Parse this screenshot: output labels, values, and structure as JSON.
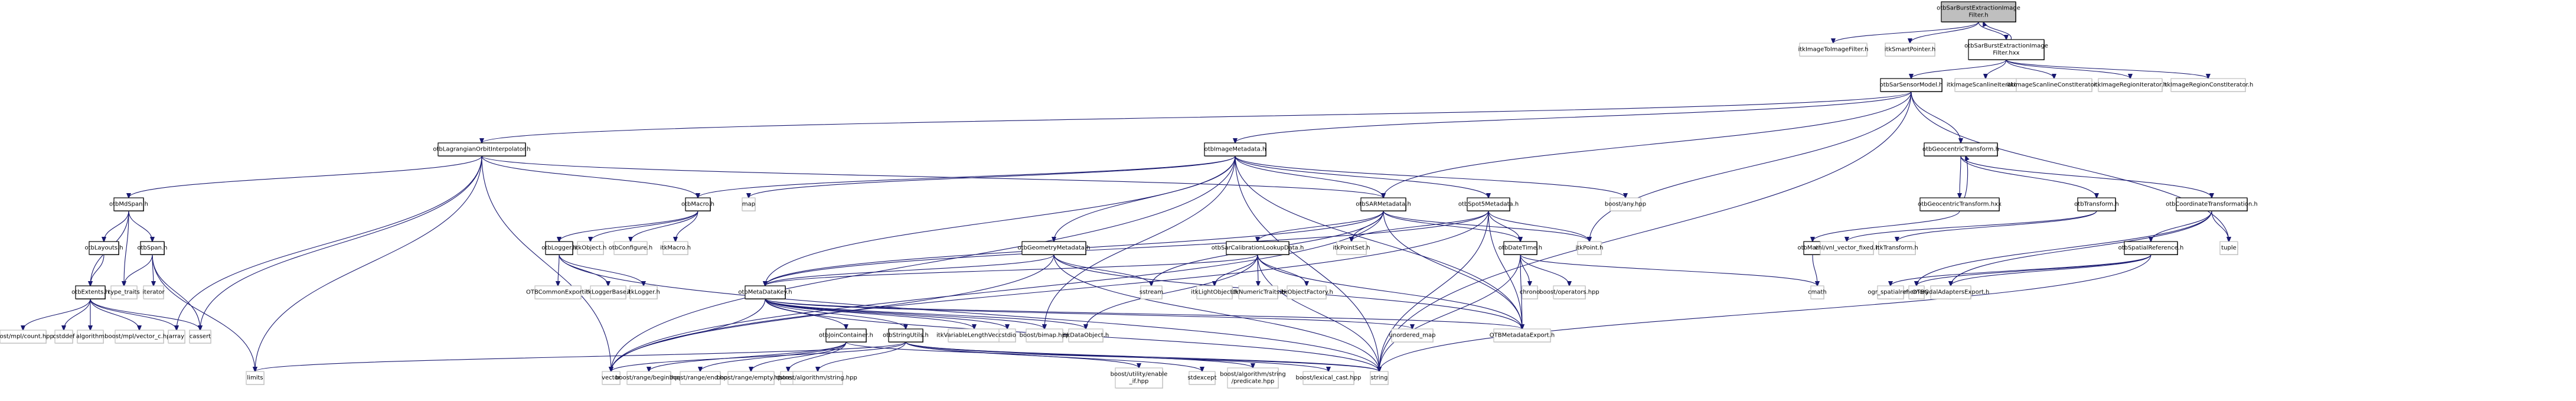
{
  "title": "otbSarBurstExtractionImageFilter.h include dependency graph",
  "colors": {
    "edge": "#191970",
    "root_fill": "#bfbfbf",
    "node_border": "#000000",
    "external_border": "#bfbfbf"
  },
  "nodes": [
    {
      "id": "root",
      "label": "otbSarBurstExtractionImage\nFilter.h",
      "kind": "root"
    },
    {
      "id": "itkImageToImageFilter",
      "label": "itkImageToImageFilter.h",
      "kind": "external"
    },
    {
      "id": "itkSmartPointer",
      "label": "itkSmartPointer.h",
      "kind": "external"
    },
    {
      "id": "hxx",
      "label": "otbSarBurstExtractionImage\nFilter.hxx",
      "kind": "internal"
    },
    {
      "id": "otbSarSensorModel",
      "label": "otbSarSensorModel.h",
      "kind": "internal"
    },
    {
      "id": "itkImageScanlineIterator",
      "label": "itkImageScanlineIterator.h",
      "kind": "external"
    },
    {
      "id": "itkImageScanlineConstIterator",
      "label": "itkImageScanlineConstIterator.h",
      "kind": "external"
    },
    {
      "id": "itkImageRegionIterator",
      "label": "itkImageRegionIterator.h",
      "kind": "external"
    },
    {
      "id": "itkImageRegionConstIterator",
      "label": "itkImageRegionConstIterator.h",
      "kind": "external"
    },
    {
      "id": "otbLagrangianOrbitInterpolator",
      "label": "otbLagrangianOrbitInterpolator.h",
      "kind": "internal"
    },
    {
      "id": "otbImageMetadata",
      "label": "otbImageMetadata.h",
      "kind": "internal"
    },
    {
      "id": "otbGeocentricTransform",
      "label": "otbGeocentricTransform.h",
      "kind": "internal"
    },
    {
      "id": "otbMdSpan",
      "label": "otbMdSpan.h",
      "kind": "internal"
    },
    {
      "id": "otbMacro",
      "label": "otbMacro.h",
      "kind": "internal"
    },
    {
      "id": "map",
      "label": "map",
      "kind": "external"
    },
    {
      "id": "otbSARMetadata",
      "label": "otbSARMetadata.h",
      "kind": "internal"
    },
    {
      "id": "otbSpot5Metadata",
      "label": "otbSpot5Metadata.h",
      "kind": "internal"
    },
    {
      "id": "boostAny",
      "label": "boost/any.hpp",
      "kind": "external"
    },
    {
      "id": "otbGeocentricTransformHxx",
      "label": "otbGeocentricTransform.hxx",
      "kind": "internal"
    },
    {
      "id": "otbTransform",
      "label": "otbTransform.h",
      "kind": "internal"
    },
    {
      "id": "otbCoordinateTransformation",
      "label": "otbCoordinateTransformation.h",
      "kind": "internal"
    },
    {
      "id": "otbLayouts",
      "label": "otbLayouts.h",
      "kind": "internal"
    },
    {
      "id": "otbSpan",
      "label": "otbSpan.h",
      "kind": "internal"
    },
    {
      "id": "otbLogger",
      "label": "otbLogger.h",
      "kind": "internal"
    },
    {
      "id": "itkObject",
      "label": "itkObject.h",
      "kind": "external"
    },
    {
      "id": "otbConfigure",
      "label": "otbConfigure.h",
      "kind": "external"
    },
    {
      "id": "itkMacro",
      "label": "itkMacro.h",
      "kind": "external"
    },
    {
      "id": "otbGeometryMetadata",
      "label": "otbGeometryMetadata.h",
      "kind": "internal"
    },
    {
      "id": "otbSarCalibrationLookupData",
      "label": "otbSarCalibrationLookupData.h",
      "kind": "internal"
    },
    {
      "id": "itkPointSet",
      "label": "itkPointSet.h",
      "kind": "external"
    },
    {
      "id": "otbDateTime",
      "label": "otbDateTime.h",
      "kind": "internal"
    },
    {
      "id": "itkPoint",
      "label": "itkPoint.h",
      "kind": "external"
    },
    {
      "id": "otbMath",
      "label": "otbMath.h",
      "kind": "internal"
    },
    {
      "id": "vnlVectorFixed",
      "label": "vnl/vnl_vector_fixed.h",
      "kind": "external"
    },
    {
      "id": "itkTransform",
      "label": "itkTransform.h",
      "kind": "external"
    },
    {
      "id": "otbSpatialReference",
      "label": "otbSpatialReference.h",
      "kind": "internal"
    },
    {
      "id": "tuple",
      "label": "tuple",
      "kind": "external"
    },
    {
      "id": "otbExtents",
      "label": "otbExtents.h",
      "kind": "internal"
    },
    {
      "id": "type_traits",
      "label": "type_traits",
      "kind": "external"
    },
    {
      "id": "iterator",
      "label": "iterator",
      "kind": "external"
    },
    {
      "id": "OTBCommonExport",
      "label": "OTBCommonExport.h",
      "kind": "external"
    },
    {
      "id": "itkLoggerBase",
      "label": "itkLoggerBase.h",
      "kind": "external"
    },
    {
      "id": "itkLogger",
      "label": "itkLogger.h",
      "kind": "external"
    },
    {
      "id": "otbMetaDataKey",
      "label": "otbMetaDataKey.h",
      "kind": "internal"
    },
    {
      "id": "sstream",
      "label": "sstream",
      "kind": "external"
    },
    {
      "id": "itkLightObject",
      "label": "itkLightObject.h",
      "kind": "external"
    },
    {
      "id": "itkNumericTraits",
      "label": "itkNumericTraits.h",
      "kind": "external"
    },
    {
      "id": "itkObjectFactory",
      "label": "itkObjectFactory.h",
      "kind": "external"
    },
    {
      "id": "chrono",
      "label": "chrono",
      "kind": "external"
    },
    {
      "id": "boostOperators",
      "label": "boost/operators.hpp",
      "kind": "external"
    },
    {
      "id": "cmath",
      "label": "cmath",
      "kind": "external"
    },
    {
      "id": "ogrSpatialref",
      "label": "ogr_spatialref.h",
      "kind": "external"
    },
    {
      "id": "memory",
      "label": "memory",
      "kind": "external"
    },
    {
      "id": "OTBGdalAdaptersExport",
      "label": "OTBGdalAdaptersExport.h",
      "kind": "external"
    },
    {
      "id": "boostMplCount",
      "label": "boost/mpl/count.hpp",
      "kind": "external"
    },
    {
      "id": "cstddef",
      "label": "cstddef",
      "kind": "external"
    },
    {
      "id": "algorithm",
      "label": "algorithm",
      "kind": "external"
    },
    {
      "id": "boostMplVectorC",
      "label": "boost/mpl/vector_c.hpp",
      "kind": "external"
    },
    {
      "id": "array",
      "label": "array",
      "kind": "external"
    },
    {
      "id": "cassert",
      "label": "cassert",
      "kind": "external"
    },
    {
      "id": "otbJoinContainer",
      "label": "otbJoinContainer.h",
      "kind": "internal"
    },
    {
      "id": "otbStringUtils",
      "label": "otbStringUtils.h",
      "kind": "internal"
    },
    {
      "id": "itkVariableLengthVector",
      "label": "itkVariableLengthVector.h",
      "kind": "external"
    },
    {
      "id": "cstdio",
      "label": "cstdio",
      "kind": "external"
    },
    {
      "id": "boostBimap",
      "label": "boost/bimap.hpp",
      "kind": "external"
    },
    {
      "id": "itkDataObject",
      "label": "itkDataObject.h",
      "kind": "external"
    },
    {
      "id": "unordered_map",
      "label": "unordered_map",
      "kind": "external"
    },
    {
      "id": "OTBMetadataExport",
      "label": "OTBMetadataExport.h",
      "kind": "external"
    },
    {
      "id": "limits",
      "label": "limits",
      "kind": "external"
    },
    {
      "id": "vector",
      "label": "vector",
      "kind": "external"
    },
    {
      "id": "boostRangeBegin",
      "label": "boost/range/begin.hpp",
      "kind": "external"
    },
    {
      "id": "boostRangeEnd",
      "label": "boost/range/end.hpp",
      "kind": "external"
    },
    {
      "id": "boostRangeEmpty",
      "label": "boost/range/empty.hpp",
      "kind": "external"
    },
    {
      "id": "ostream",
      "label": "ostream",
      "kind": "external"
    },
    {
      "id": "boostAlgorithmString",
      "label": "boost/algorithm/string.hpp",
      "kind": "external"
    },
    {
      "id": "boostEnableIf",
      "label": "boost/utility/enable\n_if.hpp",
      "kind": "external"
    },
    {
      "id": "stdexcept",
      "label": "stdexcept",
      "kind": "external"
    },
    {
      "id": "boostPredicate",
      "label": "boost/algorithm/string\n/predicate.hpp",
      "kind": "external"
    },
    {
      "id": "boostLexicalCast",
      "label": "boost/lexical_cast.hpp",
      "kind": "external"
    },
    {
      "id": "string",
      "label": "string",
      "kind": "external"
    }
  ],
  "edges": [
    [
      "root",
      "itkImageToImageFilter"
    ],
    [
      "root",
      "itkSmartPointer"
    ],
    [
      "root",
      "hxx"
    ],
    [
      "hxx",
      "root"
    ],
    [
      "hxx",
      "otbSarSensorModel"
    ],
    [
      "hxx",
      "itkImageScanlineIterator"
    ],
    [
      "hxx",
      "itkImageScanlineConstIterator"
    ],
    [
      "hxx",
      "itkImageRegionIterator"
    ],
    [
      "hxx",
      "itkImageRegionConstIterator"
    ],
    [
      "otbSarSensorModel",
      "otbLagrangianOrbitInterpolator"
    ],
    [
      "otbSarSensorModel",
      "otbImageMetadata"
    ],
    [
      "otbSarSensorModel",
      "otbSARMetadata"
    ],
    [
      "otbSarSensorModel",
      "otbGeocentricTransform"
    ],
    [
      "otbSarSensorModel",
      "itkPoint"
    ],
    [
      "otbSarSensorModel",
      "tuple"
    ],
    [
      "otbSarSensorModel",
      "string"
    ],
    [
      "otbLagrangianOrbitInterpolator",
      "otbMdSpan"
    ],
    [
      "otbLagrangianOrbitInterpolator",
      "otbMacro"
    ],
    [
      "otbLagrangianOrbitInterpolator",
      "otbSARMetadata"
    ],
    [
      "otbLagrangianOrbitInterpolator",
      "array"
    ],
    [
      "otbLagrangianOrbitInterpolator",
      "cassert"
    ],
    [
      "otbLagrangianOrbitInterpolator",
      "limits"
    ],
    [
      "otbLagrangianOrbitInterpolator",
      "vector"
    ],
    [
      "otbImageMetadata",
      "otbMacro"
    ],
    [
      "otbImageMetadata",
      "map"
    ],
    [
      "otbImageMetadata",
      "otbSARMetadata"
    ],
    [
      "otbImageMetadata",
      "otbSpot5Metadata"
    ],
    [
      "otbImageMetadata",
      "boostAny"
    ],
    [
      "otbImageMetadata",
      "otbGeometryMetadata"
    ],
    [
      "otbImageMetadata",
      "otbMetaDataKey"
    ],
    [
      "otbImageMetadata",
      "OTBMetadataExport"
    ],
    [
      "otbImageMetadata",
      "vector"
    ],
    [
      "otbImageMetadata",
      "string"
    ],
    [
      "otbImageMetadata",
      "boostBimap"
    ],
    [
      "otbGeocentricTransform",
      "otbGeocentricTransformHxx"
    ],
    [
      "otbGeocentricTransformHxx",
      "otbGeocentricTransform"
    ],
    [
      "otbGeocentricTransform",
      "otbTransform"
    ],
    [
      "otbGeocentricTransform",
      "otbCoordinateTransformation"
    ],
    [
      "otbGeocentricTransformHxx",
      "otbMath"
    ],
    [
      "otbTransform",
      "vnlVectorFixed"
    ],
    [
      "otbTransform",
      "itkTransform"
    ],
    [
      "otbCoordinateTransformation",
      "otbSpatialReference"
    ],
    [
      "otbCoordinateTransformation",
      "tuple"
    ],
    [
      "otbCoordinateTransformation",
      "memory"
    ],
    [
      "otbCoordinateTransformation",
      "OTBGdalAdaptersExport"
    ],
    [
      "otbSpatialReference",
      "ogrSpatialref"
    ],
    [
      "otbSpatialReference",
      "memory"
    ],
    [
      "otbSpatialReference",
      "OTBGdalAdaptersExport"
    ],
    [
      "otbSpatialReference",
      "string"
    ],
    [
      "otbMath",
      "cmath"
    ],
    [
      "otbMdSpan",
      "otbLayouts"
    ],
    [
      "otbMdSpan",
      "otbSpan"
    ],
    [
      "otbMdSpan",
      "otbExtents"
    ],
    [
      "otbMdSpan",
      "type_traits"
    ],
    [
      "otbLayouts",
      "otbExtents"
    ],
    [
      "otbSpan",
      "type_traits"
    ],
    [
      "otbSpan",
      "iterator"
    ],
    [
      "otbSpan",
      "cassert"
    ],
    [
      "otbSpan",
      "limits"
    ],
    [
      "otbExtents",
      "boostMplCount"
    ],
    [
      "otbExtents",
      "cstddef"
    ],
    [
      "otbExtents",
      "algorithm"
    ],
    [
      "otbExtents",
      "boostMplVectorC"
    ],
    [
      "otbExtents",
      "array"
    ],
    [
      "otbExtents",
      "cassert"
    ],
    [
      "otbMacro",
      "otbLogger"
    ],
    [
      "otbMacro",
      "itkObject"
    ],
    [
      "otbMacro",
      "otbConfigure"
    ],
    [
      "otbMacro",
      "itkMacro"
    ],
    [
      "otbLogger",
      "OTBCommonExport"
    ],
    [
      "otbLogger",
      "itkLoggerBase"
    ],
    [
      "otbLogger",
      "itkLogger"
    ],
    [
      "otbLogger",
      "string"
    ],
    [
      "otbSARMetadata",
      "otbSarCalibrationLookupData"
    ],
    [
      "otbSARMetadata",
      "itkPointSet"
    ],
    [
      "otbSARMetadata",
      "otbDateTime"
    ],
    [
      "otbSARMetadata",
      "itkPoint"
    ],
    [
      "otbSARMetadata",
      "otbMetaDataKey"
    ],
    [
      "otbSARMetadata",
      "OTBMetadataExport"
    ],
    [
      "otbSARMetadata",
      "vector"
    ],
    [
      "otbSARMetadata",
      "sstream"
    ],
    [
      "otbSpot5Metadata",
      "itkPointSet"
    ],
    [
      "otbSpot5Metadata",
      "otbDateTime"
    ],
    [
      "otbSpot5Metadata",
      "itkPoint"
    ],
    [
      "otbSpot5Metadata",
      "OTBMetadataExport"
    ],
    [
      "otbSpot5Metadata",
      "otbMetaDataKey"
    ],
    [
      "otbSpot5Metadata",
      "string"
    ],
    [
      "otbSpot5Metadata",
      "vector"
    ],
    [
      "otbGeometryMetadata",
      "otbMetaDataKey"
    ],
    [
      "otbGeometryMetadata",
      "sstream"
    ],
    [
      "otbGeometryMetadata",
      "OTBMetadataExport"
    ],
    [
      "otbGeometryMetadata",
      "string"
    ],
    [
      "otbGeometryMetadata",
      "vector"
    ],
    [
      "otbSarCalibrationLookupData",
      "itkLightObject"
    ],
    [
      "otbSarCalibrationLookupData",
      "itkNumericTraits"
    ],
    [
      "otbSarCalibrationLookupData",
      "itkObjectFactory"
    ],
    [
      "otbSarCalibrationLookupData",
      "otbMetaDataKey"
    ],
    [
      "otbSarCalibrationLookupData",
      "OTBMetadataExport"
    ],
    [
      "otbSarCalibrationLookupData",
      "string"
    ],
    [
      "otbSarCalibrationLookupData",
      "itkDataObject"
    ],
    [
      "otbDateTime",
      "chrono"
    ],
    [
      "otbDateTime",
      "boostOperators"
    ],
    [
      "otbDateTime",
      "cmath"
    ],
    [
      "otbDateTime",
      "OTBMetadataExport"
    ],
    [
      "otbDateTime",
      "string"
    ],
    [
      "otbMetaDataKey",
      "otbJoinContainer"
    ],
    [
      "otbMetaDataKey",
      "otbStringUtils"
    ],
    [
      "otbMetaDataKey",
      "itkVariableLengthVector"
    ],
    [
      "otbMetaDataKey",
      "cstdio"
    ],
    [
      "otbMetaDataKey",
      "boostBimap"
    ],
    [
      "otbMetaDataKey",
      "itkDataObject"
    ],
    [
      "otbMetaDataKey",
      "unordered_map"
    ],
    [
      "otbMetaDataKey",
      "OTBMetadataExport"
    ],
    [
      "otbMetaDataKey",
      "string"
    ],
    [
      "otbMetaDataKey",
      "vector"
    ],
    [
      "otbJoinContainer",
      "boostRangeBegin"
    ],
    [
      "otbJoinContainer",
      "boostRangeEnd"
    ],
    [
      "otbJoinContainer",
      "boostRangeEmpty"
    ],
    [
      "otbJoinContainer",
      "ostream"
    ],
    [
      "otbJoinContainer",
      "string"
    ],
    [
      "otbStringUtils",
      "boostAlgorithmString"
    ],
    [
      "otbStringUtils",
      "boostEnableIf"
    ],
    [
      "otbStringUtils",
      "stdexcept"
    ],
    [
      "otbStringUtils",
      "boostPredicate"
    ],
    [
      "otbStringUtils",
      "boostLexicalCast"
    ],
    [
      "otbStringUtils",
      "string"
    ],
    [
      "otbStringUtils",
      "vector"
    ],
    [
      "otbStringUtils",
      "limits"
    ]
  ]
}
